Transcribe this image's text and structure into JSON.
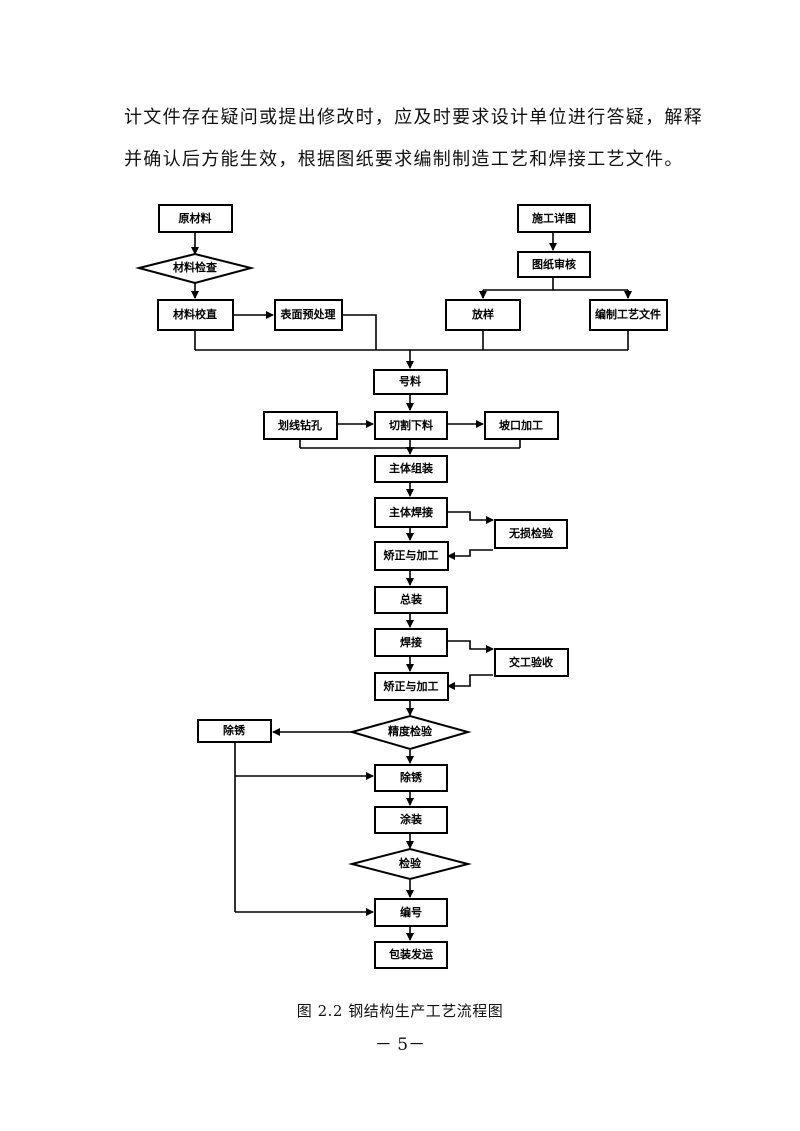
{
  "body_text": {
    "line1": "计文件存在疑问或提出修改时，应及时要求设计单位进行答疑，解释",
    "line2": "并确认后方能生效，根据图纸要求编制制造工艺和焊接工艺文件。"
  },
  "flowchart": {
    "raw_material": "原材料",
    "material_inspection": "材料检查",
    "material_straightening": "材料校直",
    "surface_pretreatment": "表面预处理",
    "construction_drawing": "施工详图",
    "drawing_review": "图纸审核",
    "lofting": "放样",
    "process_documents": "编制工艺文件",
    "material_marking": "号料",
    "scribe_drill": "划线钻孔",
    "cutting": "切割下料",
    "groove_processing": "坡口加工",
    "main_assembly": "主体组装",
    "main_welding": "主体焊接",
    "ndt": "无损检验",
    "correction_1": "矫正与加工",
    "final_assembly": "总装",
    "welding": "焊接",
    "handover_acceptance": "交工验收",
    "correction_2": "矫正与加工",
    "precision_inspection": "精度检验",
    "rust_removal_side": "除锈",
    "rust_removal": "除锈",
    "painting": "涂装",
    "inspection": "检验",
    "numbering": "编号",
    "packing_shipping": "包装发运"
  },
  "caption": "图 2.2  钢结构生产工艺流程图",
  "page_number": "－ 5－"
}
